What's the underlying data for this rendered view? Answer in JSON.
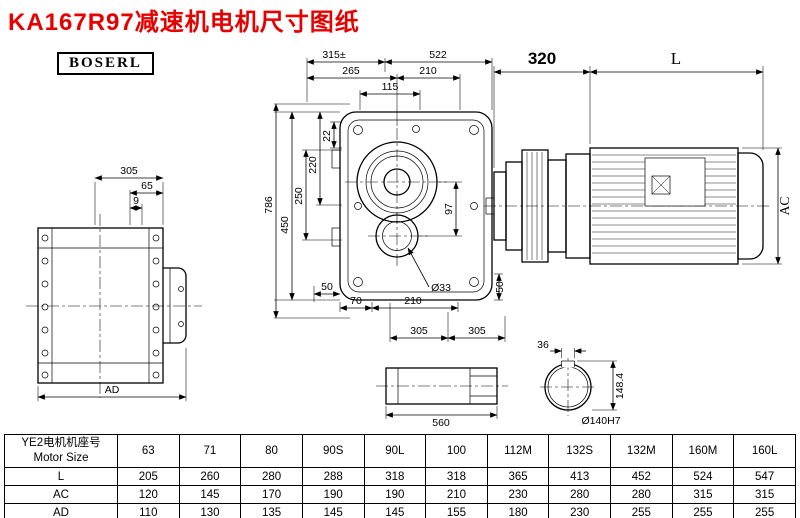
{
  "title": "KA167R97减速机电机尺寸图纸",
  "logo": "BOSERL",
  "dims": {
    "left": {
      "w305": "305",
      "w65": "65",
      "w9": "9",
      "ad": "AD"
    },
    "front": {
      "t315": "315±",
      "t522": "522",
      "t265": "265",
      "t210": "210",
      "t115": "115",
      "v22": "22",
      "v220": "220",
      "v250": "250",
      "v450": "450",
      "v786": "786",
      "v97": "97",
      "b50l": "50",
      "b70": "70",
      "b210": "210",
      "b33": "Ø33",
      "b50r": "50",
      "s305a": "305",
      "s305b": "305"
    },
    "motor": {
      "w320": "320",
      "wl": "L",
      "ac": "AC"
    },
    "shaft": {
      "w560": "560"
    },
    "section": {
      "k36": "36",
      "h148": "148.4",
      "d140": "Ø140H7"
    }
  },
  "table": {
    "header_cn": "YE2电机机座号",
    "header_en": "Motor Size",
    "sizes": [
      "63",
      "71",
      "80",
      "90S",
      "90L",
      "100",
      "112M",
      "132S",
      "132M",
      "160M",
      "160L"
    ],
    "rows": [
      {
        "label": "L",
        "values": [
          "205",
          "260",
          "280",
          "288",
          "318",
          "318",
          "365",
          "413",
          "452",
          "524",
          "547"
        ]
      },
      {
        "label": "AC",
        "values": [
          "120",
          "145",
          "170",
          "190",
          "190",
          "210",
          "230",
          "280",
          "280",
          "315",
          "315"
        ]
      },
      {
        "label": "AD",
        "values": [
          "110",
          "130",
          "135",
          "145",
          "145",
          "155",
          "180",
          "230",
          "255",
          "255",
          "255"
        ]
      }
    ]
  }
}
